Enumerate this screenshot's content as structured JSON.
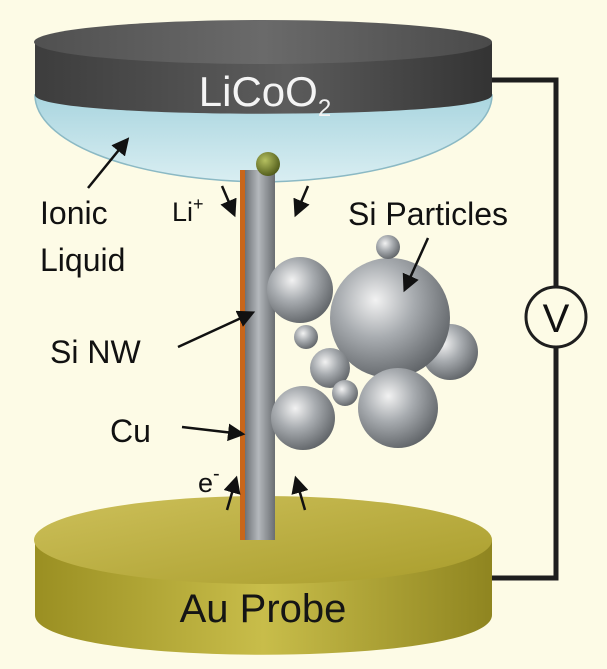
{
  "labels": {
    "cathode": "LiCoO",
    "cathode_subscript": "2",
    "electrolyte_line1": "Ionic",
    "electrolyte_line2": "Liquid",
    "lithium_ion": "Li",
    "lithium_ion_superscript": "+",
    "particles": "Si Particles",
    "nanowire": "Si NW",
    "copper": "Cu",
    "electron": "e",
    "electron_superscript": "-",
    "voltmeter": "V",
    "anode_probe": "Au Probe"
  },
  "colors": {
    "background": "#fdfbe6",
    "cathode_disk": "#3a3a3a",
    "ionic_liquid": "#b7dde6",
    "gold_probe": "#b3a832",
    "nanowire": "#8f9398",
    "copper_stripe": "#c8661b",
    "tip_sphere": "#6e7a2e",
    "particles": "#9ea2a6",
    "wire": "#1e1e1e"
  }
}
